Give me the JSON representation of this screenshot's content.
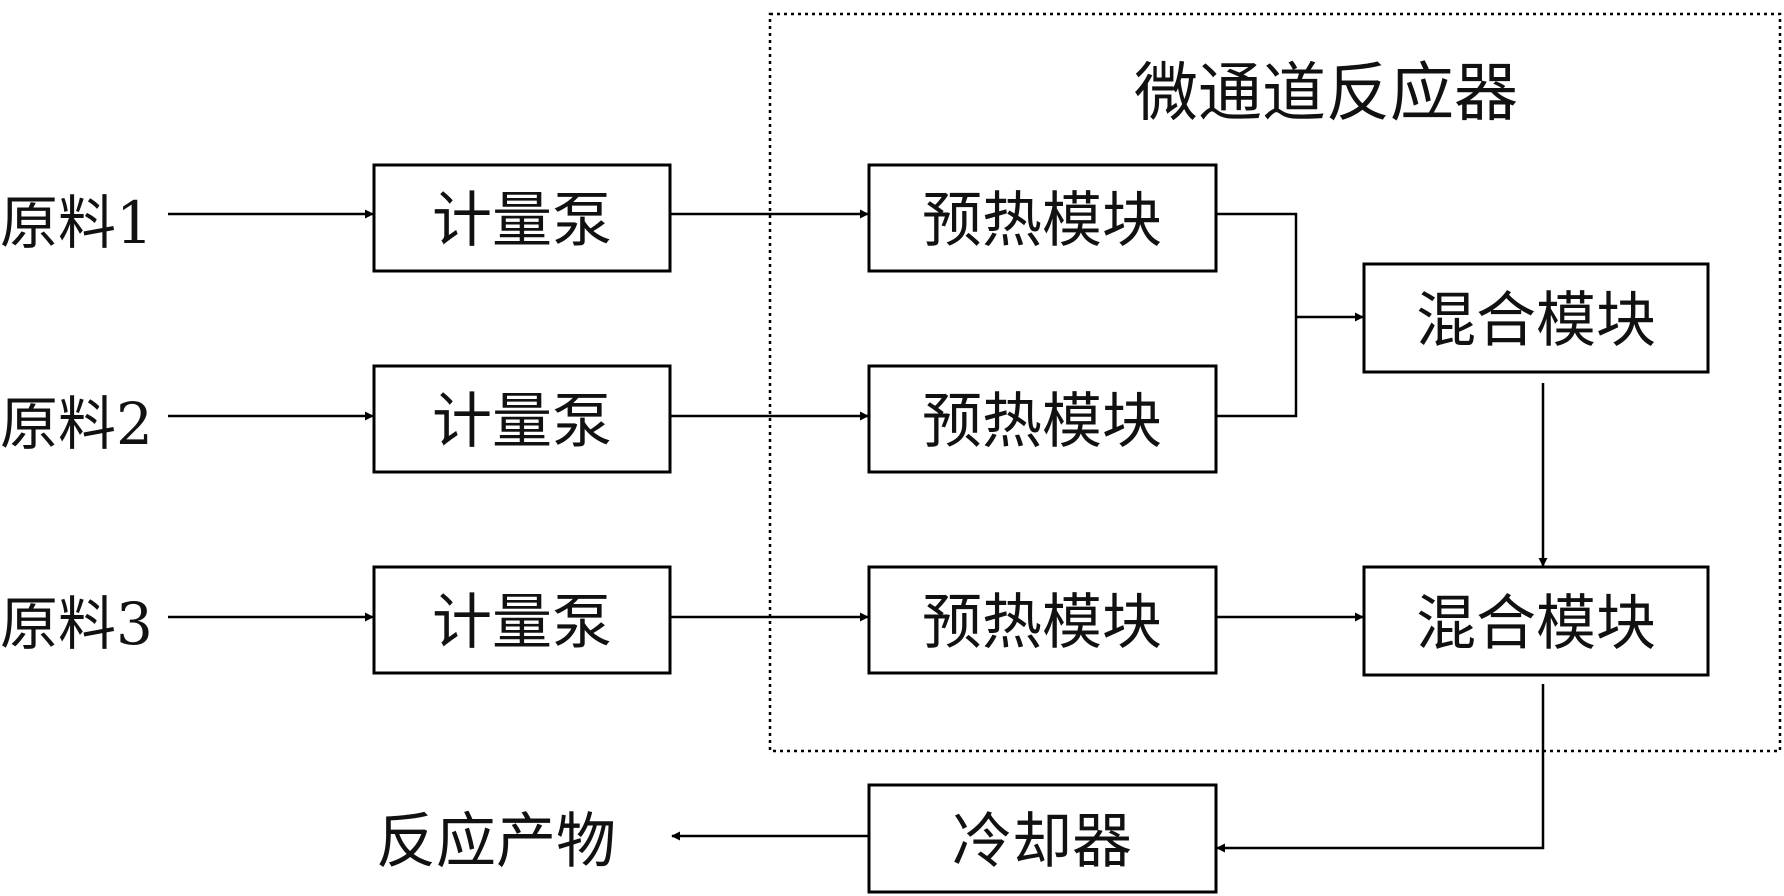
{
  "reactor_label": "微通道反应器",
  "inputs": [
    "原料1",
    "原料2",
    "原料3"
  ],
  "pumps": [
    "计量泵",
    "计量泵",
    "计量泵"
  ],
  "preheat_modules": [
    "预热模块",
    "预热模块",
    "预热模块"
  ],
  "mixing_modules": [
    "混合模块",
    "混合模块"
  ],
  "cooler": "冷却器",
  "product": "反应产物"
}
